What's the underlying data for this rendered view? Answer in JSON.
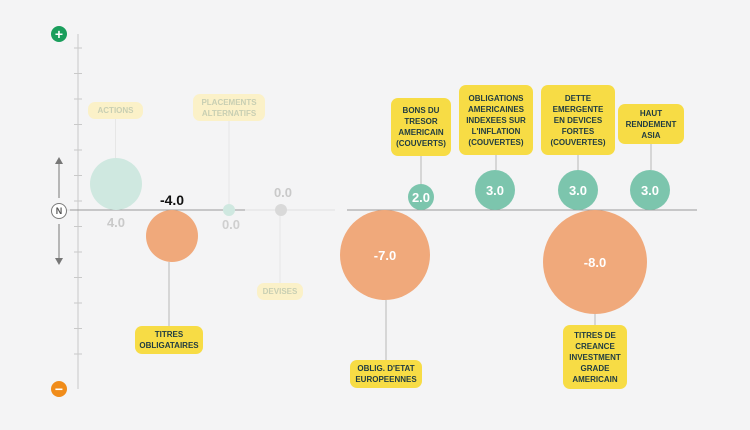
{
  "chart_data": {
    "type": "bubble",
    "scale": {
      "top_icon": "plus-icon",
      "bottom_icon": "minus-icon",
      "neutral_label": "N"
    },
    "items": [
      {
        "id": "actions",
        "label": "ACTIONS",
        "value": 4.0,
        "value_label": "4.0",
        "group": "left",
        "faded": true,
        "color": "#cfe8e0"
      },
      {
        "id": "titres-obligataires",
        "label": "TITRES\nOBLIGATAIRES",
        "value": -4.0,
        "value_label": "-4.0",
        "group": "left",
        "faded": false,
        "color": "#f0a97b"
      },
      {
        "id": "placements-alternatifs",
        "label": "PLACEMENTS\nALTERNATIFS",
        "value": 0.0,
        "value_label": "0.0",
        "group": "left",
        "faded": true,
        "color": "#cfe8e0"
      },
      {
        "id": "devises",
        "label": "DEVISES",
        "value": 0.0,
        "value_label": "0.0",
        "group": "left",
        "faded": true,
        "color": "#d9d9d9"
      },
      {
        "id": "oblig-etat-europeennes",
        "label": "OBLIG. D'ETAT\nEUROPEENNES",
        "value": -7.0,
        "value_label": "-7.0",
        "group": "right",
        "faded": false,
        "color": "#f0a97b"
      },
      {
        "id": "bons-du-tresor",
        "label": "BONS DU\nTRESOR\nAMERICAIN\n(COUVERTS)",
        "value": 2.0,
        "value_label": "2.0",
        "group": "right",
        "faded": false,
        "color": "#7cc5ad"
      },
      {
        "id": "obligations-americaines",
        "label": "OBLIGATIONS\nAMERICAINES\nINDEXEES SUR\nL'INFLATION\n(COUVERTES)",
        "value": 3.0,
        "value_label": "3.0",
        "group": "right",
        "faded": false,
        "color": "#7cc5ad"
      },
      {
        "id": "titres-de-creance",
        "label": "TITRES DE\nCREANCE\nINVESTMENT\nGRADE\nAMERICAIN",
        "value": -8.0,
        "value_label": "-8.0",
        "group": "right",
        "faded": false,
        "color": "#f0a97b"
      },
      {
        "id": "dette-emergente",
        "label": "DETTE\nEMERGENTE\nEN DEVICES\nFORTES\n(COUVERTES)",
        "value": 3.0,
        "value_label": "3.0",
        "group": "right",
        "faded": false,
        "color": "#7cc5ad"
      },
      {
        "id": "haut-rendement-asia",
        "label": "HAUT\nRENDEMENT\nASIA",
        "value": 3.0,
        "value_label": "3.0",
        "group": "right",
        "faded": false,
        "color": "#7cc5ad"
      }
    ]
  }
}
